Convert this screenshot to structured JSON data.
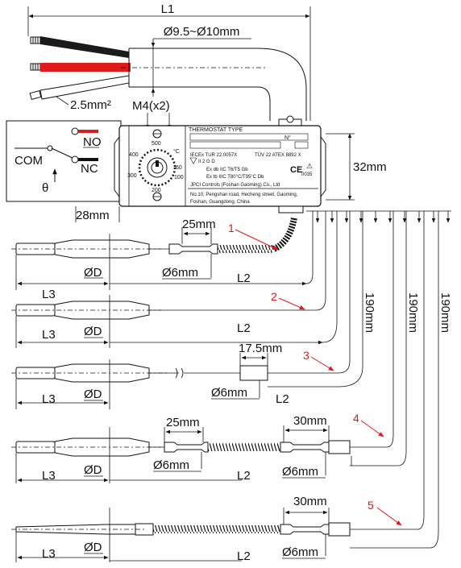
{
  "dims": {
    "L1": "L1",
    "cable_dia": "Ø9.5~Ø10mm",
    "wire_size": "2.5mm²",
    "screw": "M4(x2)",
    "height": "32mm",
    "d28": "28mm",
    "d25a": "25mm",
    "d6a": "Ø6mm",
    "d25b": "25mm",
    "d6b": "Ø6mm",
    "d17": "17.5mm",
    "d6c": "Ø6mm",
    "d30a": "30mm",
    "d6d": "Ø6mm",
    "d30b": "30mm",
    "d6e": "Ø6mm",
    "v190a": "190mm",
    "v190b": "190mm",
    "v190c": "190mm"
  },
  "schematic": {
    "no": "NO",
    "com": "COM",
    "nc": "NC",
    "theta": "θ"
  },
  "dial": {
    "unit": "°C",
    "t500": "500",
    "t400": "400",
    "t60": "60",
    "t300": "300",
    "t100": "100",
    "t200": "200"
  },
  "plate": {
    "title": "THERMOSTAT TYPE",
    "n": "N°",
    "line1a": "IECEx TUR 22.0057X",
    "line1b": "TÜV 22 ATEX 8892 X",
    "line2": "II 2 G D",
    "line3": "Ex db IIC T6/T5  Gb",
    "line4": "Ex tb IIIC T80°C/T95°C Db",
    "ce": "CE",
    "ce_no": "0035",
    "maker": "JPCI Controls (Foshan Gaoming) Co., Ltd",
    "addr1": "No.10, Pengshan road, Hecheng street, Gaoming,",
    "addr2": "Foshan, Guangdong, China"
  },
  "probes": [
    {
      "num": "1",
      "L3": "L3",
      "D": "ØD",
      "L2": "L2"
    },
    {
      "num": "2",
      "L3": "L3",
      "D": "ØD",
      "L2": "L2"
    },
    {
      "num": "3",
      "L3": "L3",
      "D": "ØD",
      "L2": "L2"
    },
    {
      "num": "4",
      "L3": "L3",
      "D": "ØD",
      "L2": "L2"
    },
    {
      "num": "5",
      "L3": "L3",
      "D": "ØD",
      "L2": "L2"
    }
  ],
  "colors": {
    "red": "#e0191b",
    "black": "#111111"
  }
}
